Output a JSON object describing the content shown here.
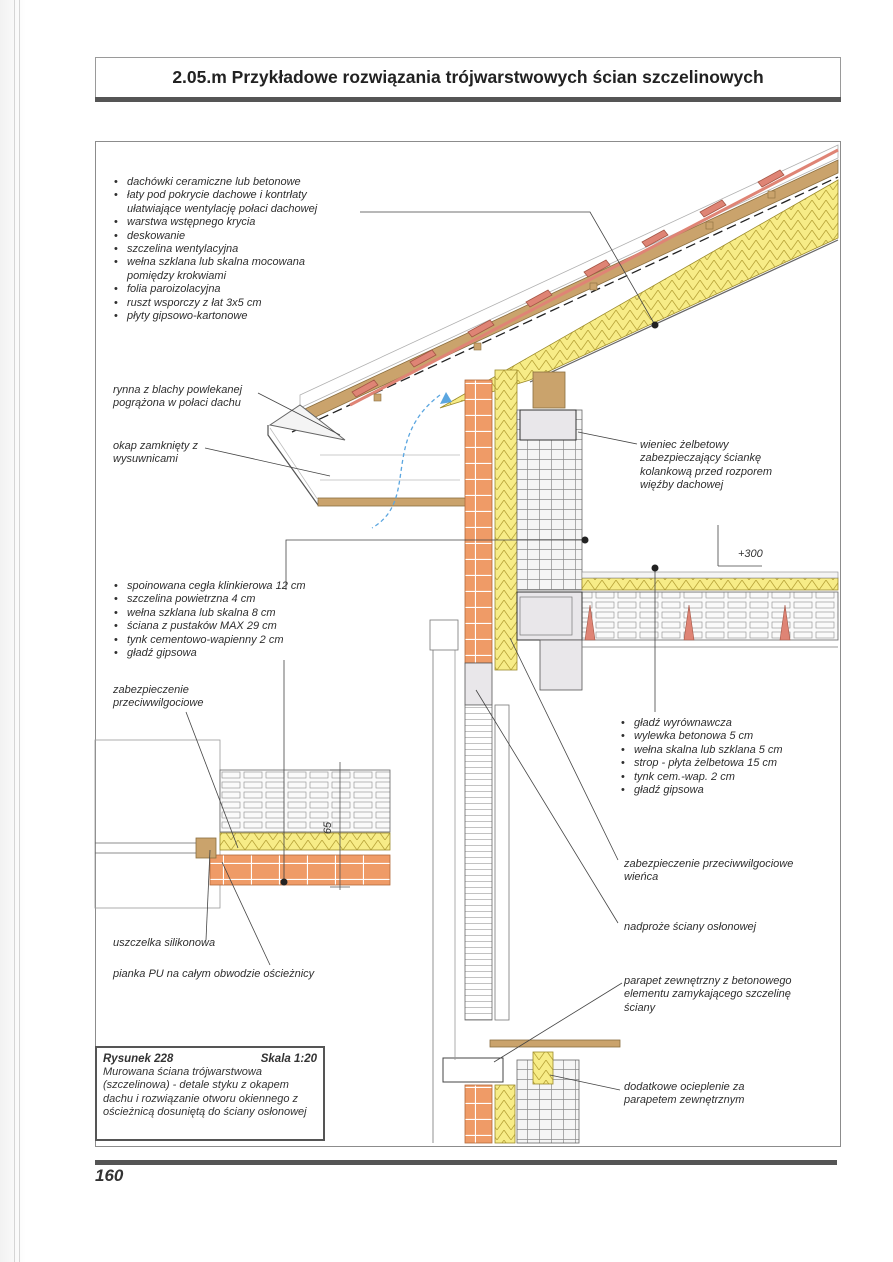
{
  "header": {
    "title": "2.05.m  Przykładowe rozwiązania trójwarstwowych ścian szczelinowych"
  },
  "roof_layers": [
    "dachówki ceramiczne lub betonowe",
    "łaty pod pokrycie dachowe i kontrłaty ułatwiające wentylację połaci dachowej",
    "warstwa wstępnego krycia",
    "deskowanie",
    "szczelina wentylacyjna",
    "wełna szklana lub skalna mocowana pomiędzy krokwiami",
    "folia paroizolacyjna",
    "ruszt wsporczy z łat 3x5 cm",
    "płyty gipsowo-kartonowe"
  ],
  "labels": {
    "gutter": "rynna z blachy powlekanej pogrążona w połaci dachu",
    "eaves": "okap zamknięty z wysuwnicami",
    "ring_beam": "wieniec żelbetowy zabezpieczający ściankę kolankową przed rozporem więźby dachowej",
    "level": "+300",
    "dpc_left": "zabezpieczenie przeciwwilgociowe",
    "silicone": "uszczelka silikonowa",
    "pu_foam": "pianka PU na całym obwodzie ościeżnicy",
    "dpc_ring_beam": "zabezpieczenie przeciwwilgociowe wieńca",
    "lintel": "nadproże ściany osłonowej",
    "sill": "parapet zewnętrzny z betonowego elementu zamykającego szczelinę ściany",
    "extra_insulation": "dodatkowe ocieplenie za parapetem zewnętrznym",
    "dimension_vertical": "65"
  },
  "wall_layers": [
    "spoinowana cegła klinkierowa 12 cm",
    "szczelina powietrzna 4 cm",
    "wełna szklana lub skalna 8 cm",
    "ściana z pustaków MAX 29 cm",
    "tynk cementowo-wapienny 2 cm",
    "gładź gipsowa"
  ],
  "floor_layers": [
    "gładź wyrównawcza",
    "wylewka betonowa  5 cm",
    "wełna skalna lub szklana  5 cm",
    "strop - płyta żelbetowa 15 cm",
    "tynk cem.-wap.  2 cm",
    "gładź gipsowa"
  ],
  "caption": {
    "figure": "Rysunek 228",
    "scale": "Skala 1:20",
    "text": "Murowana ściana trójwarstwowa (szczelinowa) - detale styku z okapem dachu i rozwiązanie otworu okiennego z ościeżnicą dosuniętą do ściany osłonowej"
  },
  "page_number": "160",
  "colors": {
    "brick": "#ef9b67",
    "insulation": "#f7ec87",
    "tile": "#df8475",
    "batten": "#caa36c",
    "concrete": "#e9e7ea",
    "arrow": "#5ba6e0"
  }
}
